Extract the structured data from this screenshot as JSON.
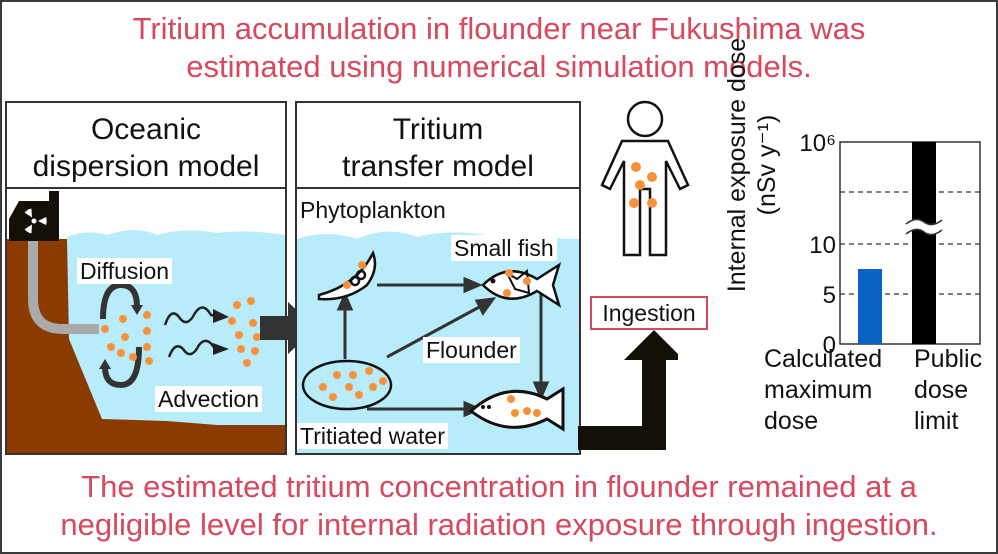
{
  "header": {
    "line1": "Tritium accumulation in flounder near Fukushima was",
    "line2": "estimated using numerical simulation models."
  },
  "footer": {
    "line1": "The estimated tritium concentration in flounder remained at a",
    "line2": "negligible level for internal radiation exposure through ingestion."
  },
  "colors": {
    "headline": "#d6495f",
    "sea": "#b8ecfa",
    "soil": "#8b3a00",
    "particles": "#f7923a",
    "bar_calculated": "#0a63c2",
    "bar_limit": "#000000"
  },
  "panels": {
    "dispersion": {
      "title_line1": "Oceanic",
      "title_line2": "dispersion model",
      "labels": {
        "diffusion": "Diffusion",
        "advection": "Advection"
      },
      "icons": [
        "nuclear-plant-icon",
        "radiation-icon",
        "discharge-pipe-icon"
      ]
    },
    "transfer": {
      "title_line1": "Tritium",
      "title_line2": "transfer model",
      "nodes": {
        "phytoplankton": "Phytoplankton",
        "small_fish": "Small fish",
        "flounder": "Flounder",
        "water": "Tritiated water"
      }
    }
  },
  "human": {
    "icon": "person-icon",
    "ingestion_label": "Ingestion"
  },
  "chart_data": {
    "type": "bar",
    "title": "",
    "categories": [
      "Calculated maximum dose",
      "Public dose limit"
    ],
    "category_lines": [
      [
        "Calculated",
        "maximum",
        "dose"
      ],
      [
        "Public",
        "dose",
        "limit"
      ]
    ],
    "values": [
      7.5,
      1000000
    ],
    "series": [
      {
        "name": "Internal exposure dose",
        "values": [
          7.5,
          1000000
        ]
      }
    ],
    "ylabel_line1": "Internal exposure dose",
    "ylabel_line2": "(nSv y⁻¹)",
    "yticks": [
      "0",
      "5",
      "10",
      "10⁶"
    ],
    "ytick_values": [
      0,
      5,
      10,
      1000000
    ],
    "ylim": [
      0,
      1000000
    ],
    "axis_break": true,
    "grid": "dashed horizontal",
    "legend": "none"
  }
}
